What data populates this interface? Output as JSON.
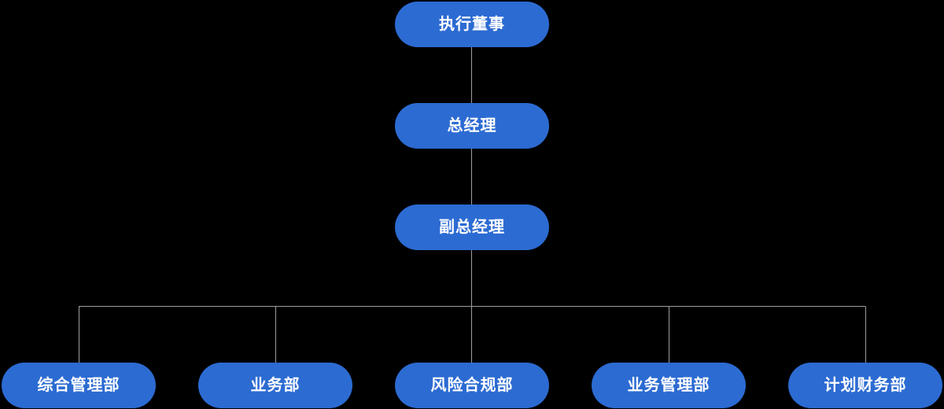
{
  "org_chart": {
    "root": {
      "label": "执行董事"
    },
    "general_manager": {
      "label": "总经理"
    },
    "deputy_general_manager": {
      "label": "副总经理"
    },
    "departments": [
      {
        "label": "综合管理部"
      },
      {
        "label": "业务部"
      },
      {
        "label": "风险合规部"
      },
      {
        "label": "业务管理部"
      },
      {
        "label": "计划财务部"
      }
    ]
  },
  "colors": {
    "background": "#000000",
    "node_fill": "#2C6BD2",
    "node_text": "#FFFFFF",
    "connector": "#9E9E9E"
  }
}
